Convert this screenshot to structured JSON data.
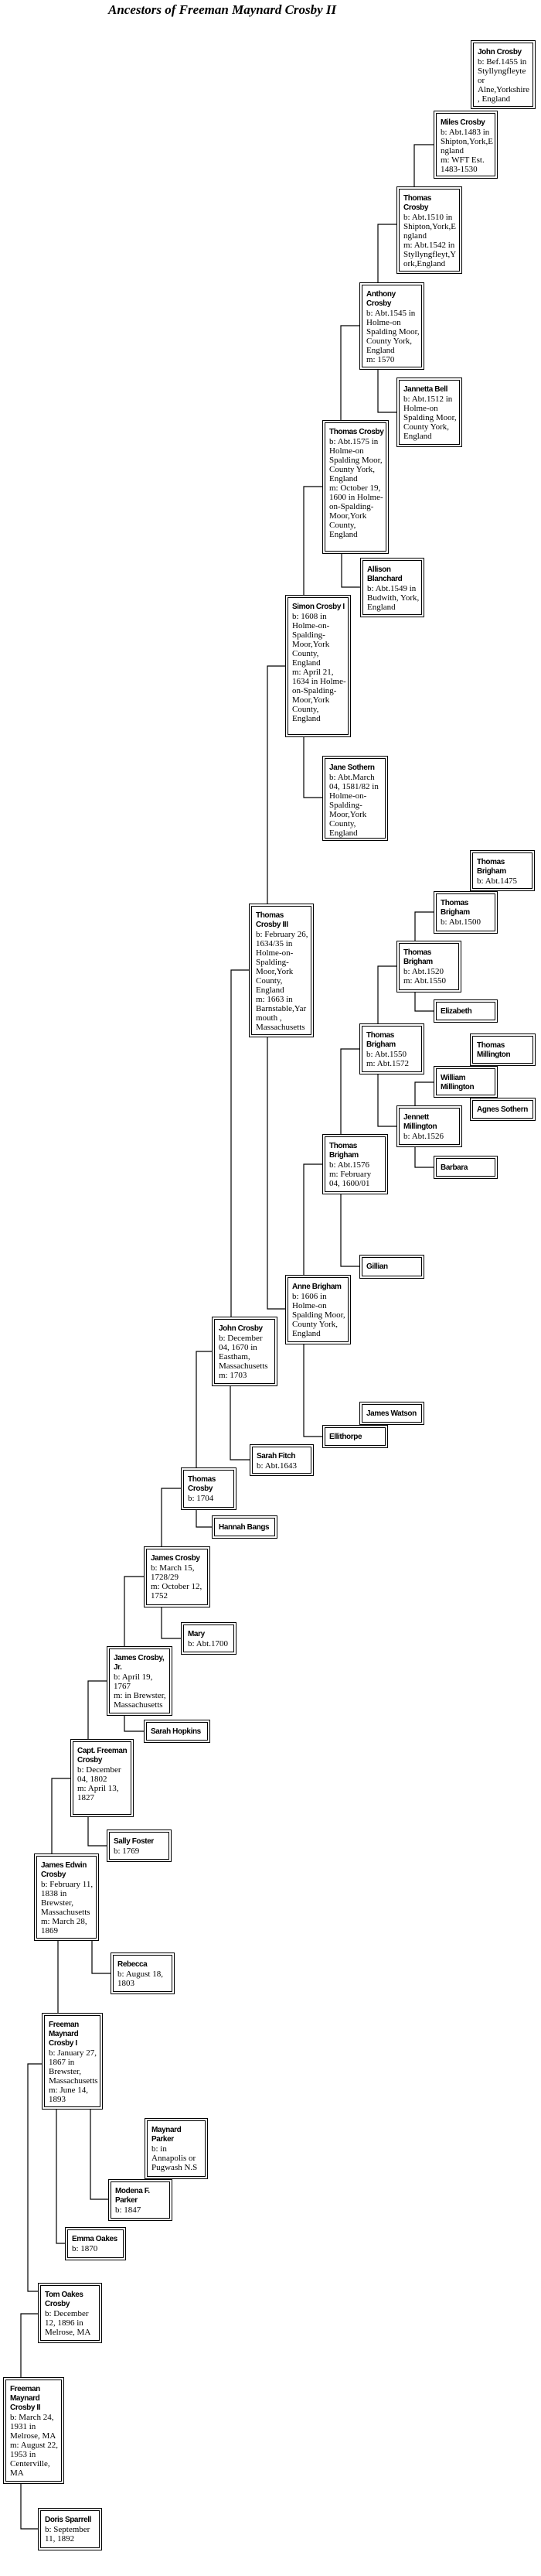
{
  "title": "Ancestors of Freeman Maynard Crosby II",
  "people": [
    {
      "name": "John Crosby",
      "b": "b: Bef.1455 in Styllyngfleyte or Alne,Yorkshire, England"
    },
    {
      "name": "Miles Crosby",
      "b": "b: Abt.1483 in Shipton,York,England",
      "m": "m: WFT Est. 1483-1530"
    },
    {
      "name": "Thomas Crosby",
      "b": "b: Abt.1510 in Shipton,York,England",
      "m": "m: Abt.1542 in Styllyngfleyt,York,England"
    },
    {
      "name": "Anthony Crosby",
      "b": "b: Abt.1545 in Holme-on Spalding Moor, County York, England",
      "m": "m: 1570"
    },
    {
      "name": "Jannetta Bell",
      "b": "b: Abt.1512 in Holme-on Spalding Moor, County York, England"
    },
    {
      "name": "Thomas Crosby",
      "b": "b: Abt.1575 in Holme-on Spalding Moor, County York, England",
      "m": "m: October 19, 1600 in Holme-on-Spalding-Moor,York County, England"
    },
    {
      "name": "Allison Blanchard",
      "b": "b: Abt.1549 in Budwith, York, England"
    },
    {
      "name": "Simon Crosby I",
      "b": "b: 1608 in Holme-on-Spalding-Moor,York County, England",
      "m": "m: April 21, 1634 in Holme-on-Spalding-Moor,York County, England"
    },
    {
      "name": "Jane Sothern",
      "b": "b: Abt.March 04, 1581/82 in Holme-on-Spalding-Moor,York County, England"
    },
    {
      "name": "Thomas Crosby III",
      "b": "b: February 26, 1634/35 in Holme-on-Spalding-Moor,York County, England",
      "m": "m: 1663 in Barnstable,Yarmouth , Massachusetts"
    },
    {
      "name": "Thomas Brigham",
      "b": "b: Abt.1475"
    },
    {
      "name": "Thomas Brigham",
      "b": "b: Abt.1500"
    },
    {
      "name": "Thomas Brigham",
      "b": "b: Abt.1520",
      "m": "m: Abt.1550"
    },
    {
      "name": "Elizabeth"
    },
    {
      "name": "Thomas Brigham",
      "b": "b: Abt.1550",
      "m": "m: Abt.1572"
    },
    {
      "name": "Thomas Millington"
    },
    {
      "name": "William Millington"
    },
    {
      "name": "Agnes Sothern"
    },
    {
      "name": "Jennett Millington",
      "b": "b: Abt.1526"
    },
    {
      "name": "Barbara"
    },
    {
      "name": "Thomas Brigham",
      "b": "b: Abt.1576",
      "m": "m: February 04, 1600/01"
    },
    {
      "name": "Gillian"
    },
    {
      "name": "Anne Brigham",
      "b": "b: 1606 in Holme-on Spalding Moor, County York, England"
    },
    {
      "name": "James Watson"
    },
    {
      "name": "Ellithorpe"
    },
    {
      "name": "John Crosby",
      "b": "b: December 04, 1670 in Eastham, Massachusetts",
      "m": "m: 1703"
    },
    {
      "name": "Sarah Fitch",
      "b": "b: Abt.1643"
    },
    {
      "name": "Thomas Crosby",
      "b": "b: 1704"
    },
    {
      "name": "Hannah Bangs"
    },
    {
      "name": "James Crosby",
      "b": "b: March 15, 1728/29",
      "m": "m: October 12, 1752"
    },
    {
      "name": "Mary",
      "b": "b: Abt.1700"
    },
    {
      "name": "James Crosby, Jr.",
      "b": "b: April 19, 1767",
      "m": "m: in Brewster, Massachusetts"
    },
    {
      "name": "Sarah Hopkins"
    },
    {
      "name": "Capt. Freeman Crosby",
      "b": "b: December 04, 1802",
      "m": "m: April 13, 1827"
    },
    {
      "name": "Sally Foster",
      "b": "b: 1769"
    },
    {
      "name": "James Edwin Crosby",
      "b": "b: February 11, 1838 in Brewster, Massachusetts",
      "m": "m: March 28, 1869"
    },
    {
      "name": "Rebecca",
      "b": "b: August 18, 1803"
    },
    {
      "name": "Freeman Maynard Crosby I",
      "b": "b: January 27, 1867 in Brewster, Massachusetts",
      "m": "m: June 14, 1893"
    },
    {
      "name": "Maynard Parker",
      "b": "b: in Annapolis or Pugwash N.S"
    },
    {
      "name": "Modena F. Parker",
      "b": "b: 1847"
    },
    {
      "name": "Emma Oakes",
      "b": "b: 1870"
    },
    {
      "name": "Tom Oakes Crosby",
      "b": "b: December 12, 1896 in Melrose, MA"
    },
    {
      "name": "Freeman Maynard Crosby II",
      "b": "b: March 24, 1931 in Melrose, MA",
      "m": "m: August 22, 1953 in Centerville, MA"
    },
    {
      "name": "Doris Sparrell",
      "b": "b: September 11, 1892"
    }
  ]
}
